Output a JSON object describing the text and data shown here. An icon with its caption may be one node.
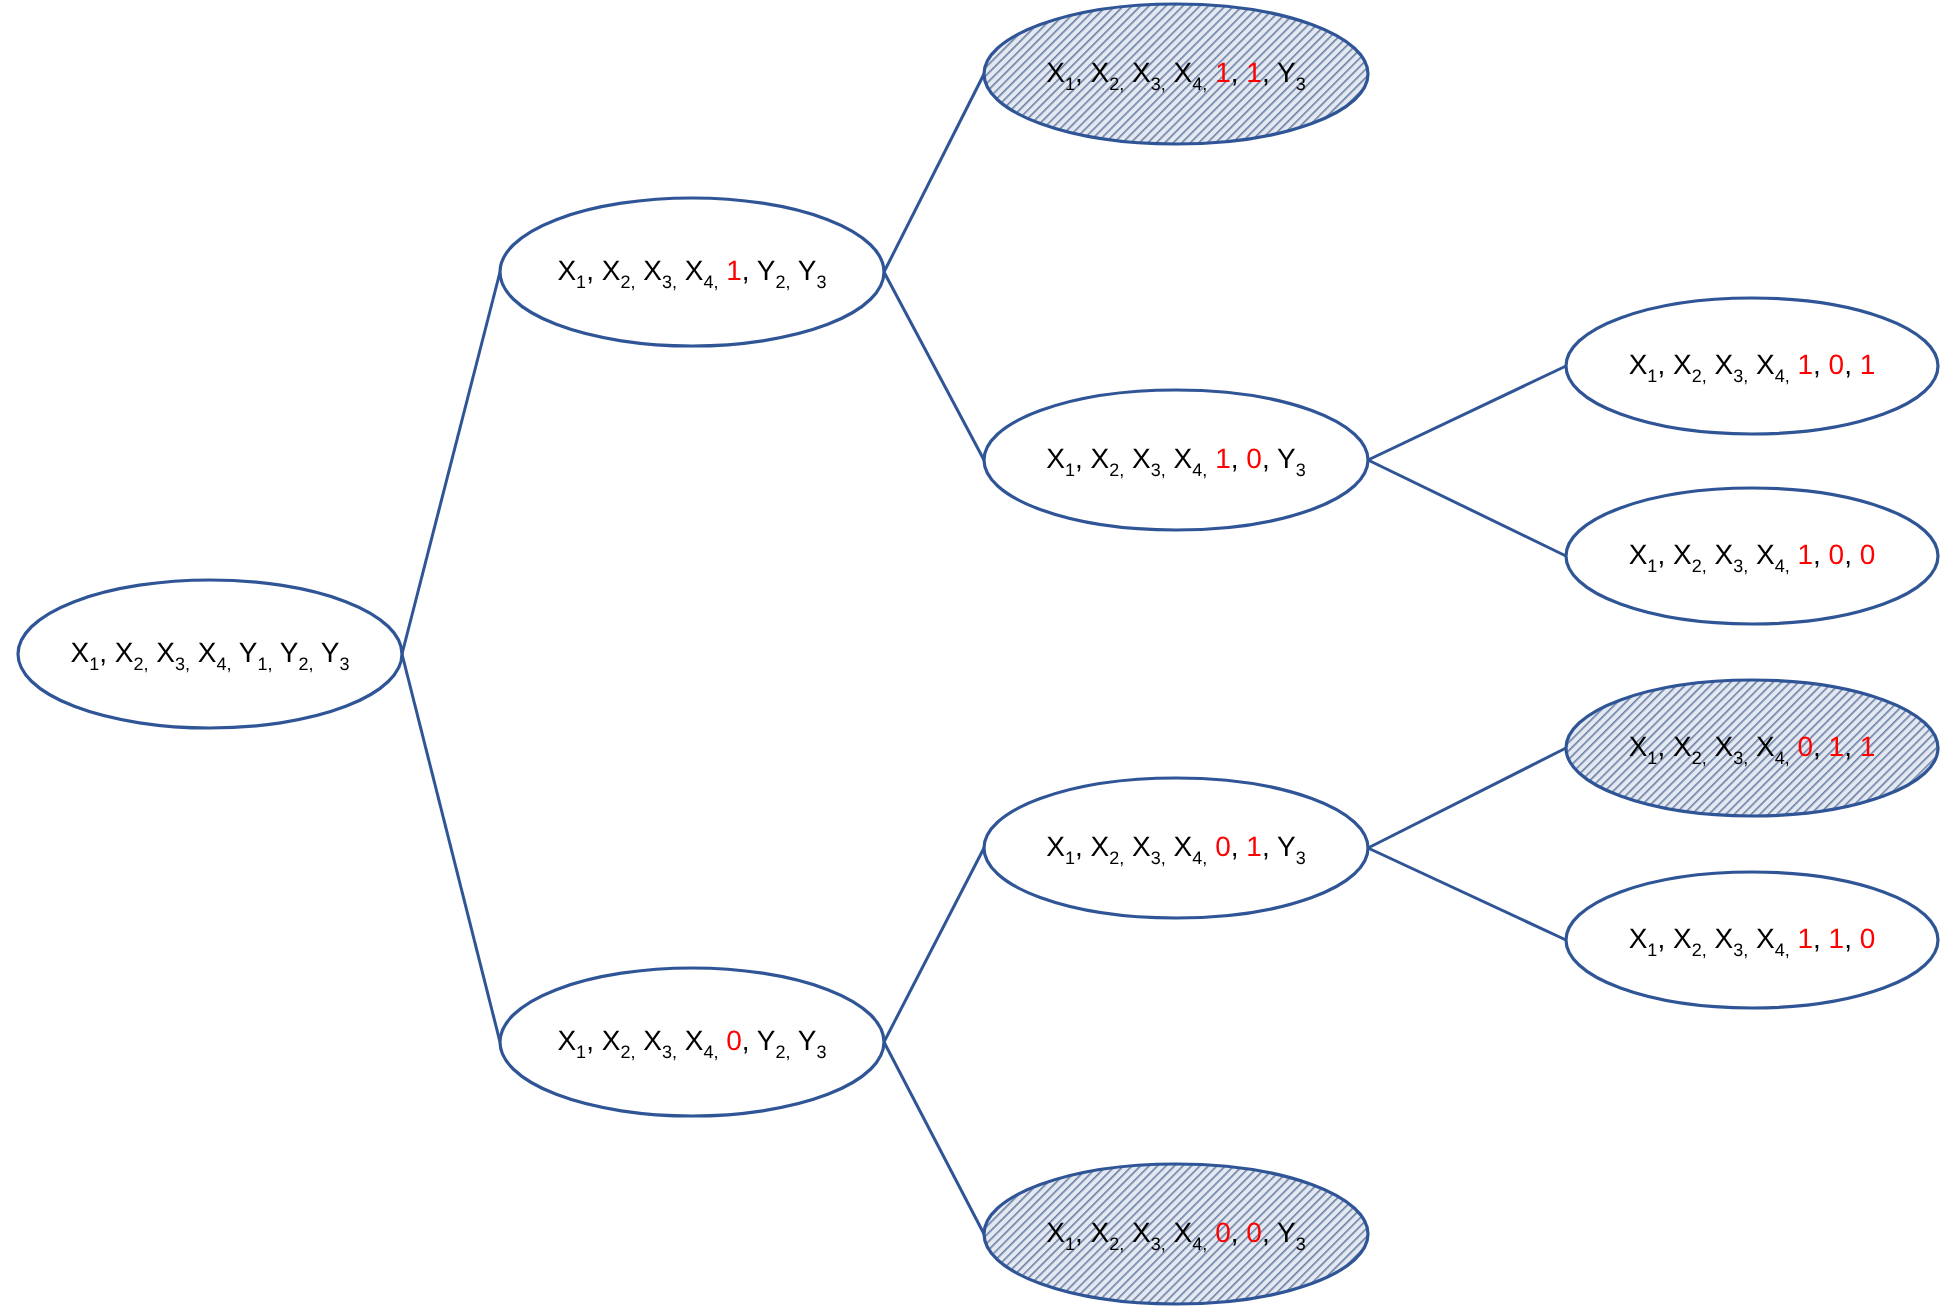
{
  "diagram": {
    "nodes": [
      {
        "text": [
          "X$_{1}$, X$_{2,}$ X$_{3,}$ X$_{4,}$ Y$_{1,}$ Y$_{2,}$ Y$_{3}$"
        ]
      },
      {
        "text": [
          "X$_{1}$, X$_{2,}$ X$_{3,}$ X$_{4,}$ 1, Y$_{2,}$ Y$_{3}$"
        ]
      },
      {
        "text": [
          "X$_{1}$, X$_{2,}$ X$_{3,}$ X$_{4,}$ 1, 1, Y$_{3}$"
        ]
      },
      {
        "text": [
          "X$_{1}$, X$_{2,}$ X$_{3,}$ X$_{4,}$ 1, 0, Y$_{3}$"
        ]
      },
      {
        "text": [
          "X$_{1}$, X$_{2,}$ X$_{3,}$ X$_{4,}$ 1, 0, 1"
        ]
      },
      {
        "text": [
          "X$_{1}$, X$_{2,}$ X$_{3,}$ X$_{4,}$ 1, 0, 0"
        ]
      },
      {
        "text": [
          "X$_{1}$, X$_{2,}$ X$_{3,}$ X$_{4,}$ 0, Y$_{2,}$ Y$_{3}$"
        ]
      },
      {
        "text": [
          "X$_{1}$, X$_{2,}$ X$_{3,}$ X$_{4,}$ 0, 1, Y$_{3}$"
        ]
      },
      {
        "text": [
          "X$_{1}$, X$_{2,}$ X$_{3,}$ X$_{4,}$ 0, 1, 1"
        ]
      },
      {
        "text": [
          "X$_{1}$, X$_{2,}$ X$_{3,}$ X$_{4,}$ 1, 1, 0"
        ]
      },
      {
        "text": [
          "X$_{1}$, X$_{2,}$ X$_{3,}$ X$_{4,}$ 0, 0, Y$_{3}$"
        ]
      }
    ],
    "edges": [
      {
        "from": 0,
        "to": 1,
        "arrow": "none"
      },
      {
        "from": 1,
        "to": 2,
        "arrow": "none"
      },
      {
        "from": 1,
        "to": 3,
        "arrow": "none"
      },
      {
        "from": 3,
        "to": 4,
        "arrow": "none"
      },
      {
        "from": 3,
        "to": 5,
        "arrow": "none"
      },
      {
        "from": 0,
        "to": 6,
        "arrow": "none"
      },
      {
        "from": 6,
        "to": 7,
        "arrow": "none"
      },
      {
        "from": 7,
        "to": 8,
        "arrow": "none"
      },
      {
        "from": 7,
        "to": 9,
        "arrow": "none"
      },
      {
        "from": 6,
        "to": 10,
        "arrow": "none"
      }
    ]
  }
}
